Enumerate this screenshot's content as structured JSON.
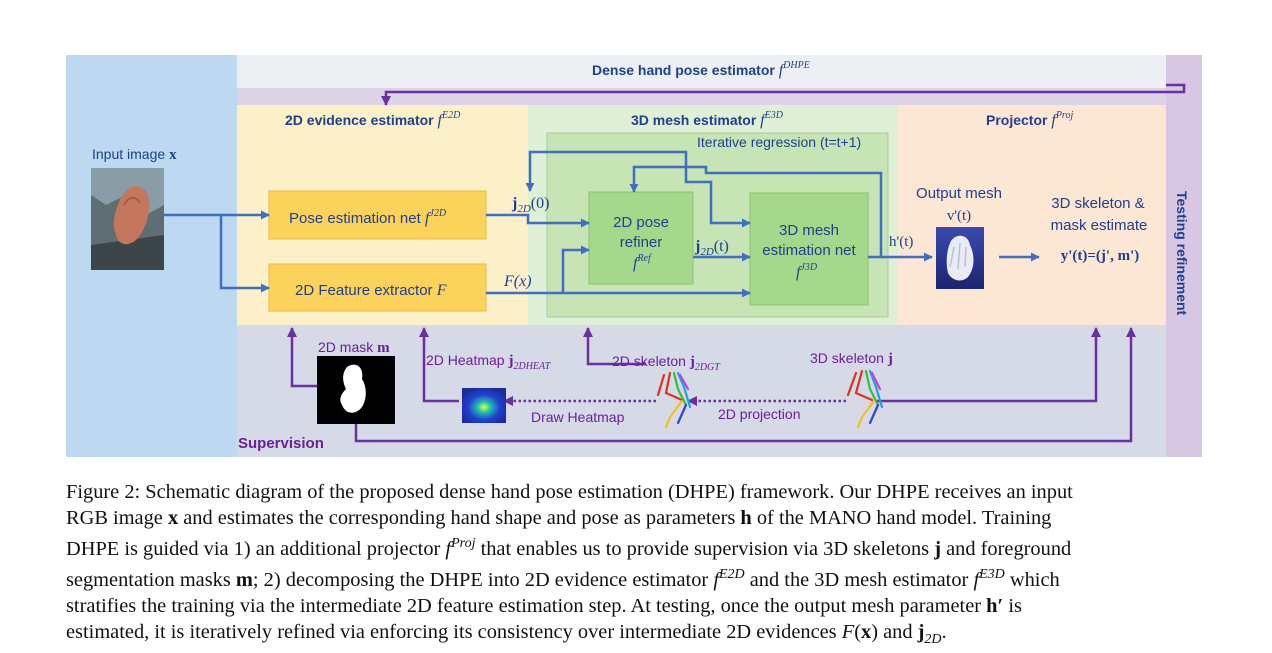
{
  "figure": {
    "dense_estimator": "Dense hand pose estimator",
    "dense_sym": "f",
    "dense_sup": "DHPE",
    "testing_refinement": "Testing refinement",
    "evidence_estimator": "2D evidence estimator",
    "evidence_sym": "f",
    "evidence_sup": "E2D",
    "mesh_estimator": "3D mesh estimator",
    "mesh_sym": "f",
    "mesh_sup": "E3D",
    "projector": "Projector",
    "projector_sym": "f",
    "projector_sup": "Proj",
    "iterative_regression": "Iterative regression (t=t+1)",
    "input_image": "Input image",
    "input_sym": "x",
    "pose_net": "Pose estimation net",
    "pose_net_sym": "f",
    "pose_net_sup": "J2D",
    "feature_extractor": "2D Feature extractor",
    "feature_sym": "F",
    "j2d0_main": "j",
    "j2d0_sub": "2D",
    "j2d0_arg": "(0)",
    "fx": "F(x)",
    "refiner_l1": "2D pose",
    "refiner_l2": "refiner",
    "refiner_sym": "f",
    "refiner_sup": "Ref",
    "j2dt_main": "j",
    "j2dt_sub": "2D",
    "j2dt_arg": "(t)",
    "meshnet_l1": "3D mesh",
    "meshnet_l2": "estimation net",
    "meshnet_sym": "f",
    "meshnet_sup": "J3D",
    "ht": "h'(t)",
    "output_mesh_l1": "Output mesh",
    "output_mesh_l2": "v'(t)",
    "skeleton_est_l1": "3D skeleton &",
    "skeleton_est_l2": "mask estimate",
    "skeleton_est_l3": "y'(t)=(j', m')",
    "mask_label": "2D mask",
    "mask_sym": "m",
    "heatmap_label": "2D Heatmap",
    "heatmap_sym": "j",
    "heatmap_sub": "2DHEAT",
    "skeleton2d_label": "2D skeleton",
    "skeleton2d_sym": "j",
    "skeleton2d_sub": "2DGT",
    "skeleton3d_label": "3D skeleton",
    "skeleton3d_sym": "j",
    "draw_heatmap": "Draw Heatmap",
    "projection_2d": "2D projection",
    "supervision": "Supervision"
  },
  "caption": {
    "l1_text": "Figure 2: Schematic diagram of the proposed dense hand pose estimation (DHPE) framework. Our DHPE receives an input",
    "l2_a": "RGB image ",
    "l2_x": "x",
    "l2_b": " and estimates the corresponding hand shape and pose as parameters ",
    "l2_h": "h",
    "l2_c": " of the MANO hand model. Training",
    "l3_a": "DHPE is guided via 1) an additional projector ",
    "l3_f": "f",
    "l3_sup": "Proj",
    "l3_b": " that enables us to provide supervision via 3D skeletons ",
    "l3_j": "j",
    "l3_c": " and foreground",
    "l4_a": "segmentation masks ",
    "l4_m": "m",
    "l4_b": "; 2) decomposing the DHPE into 2D evidence estimator ",
    "l4_f1": "f",
    "l4_sup1": "E2D",
    "l4_c": " and the 3D mesh estimator ",
    "l4_f2": "f",
    "l4_sup2": "E3D",
    "l4_d": " which",
    "l5_a": "stratifies the training via the intermediate 2D feature estimation step. At testing, once the output mesh parameter ",
    "l5_h": "h′",
    "l5_b": " is",
    "l6_a": "estimated, it is iteratively refined via enforcing its consistency over intermediate 2D evidences ",
    "l6_F": "F",
    "l6_paren_open": "(",
    "l6_x": "x",
    "l6_paren_close": ")",
    "l6_b": " and ",
    "l6_j": "j",
    "l6_sub": "2D",
    "l6_end": "."
  },
  "colors": {
    "blue_arrow": "#3f6fc4",
    "purple_arrow": "#6a2fa0",
    "label_blue": "#1f3f8f",
    "label_purple": "#6a1f9f",
    "yellow_box": "#fcd35a",
    "green_box": "#a6d88c"
  }
}
